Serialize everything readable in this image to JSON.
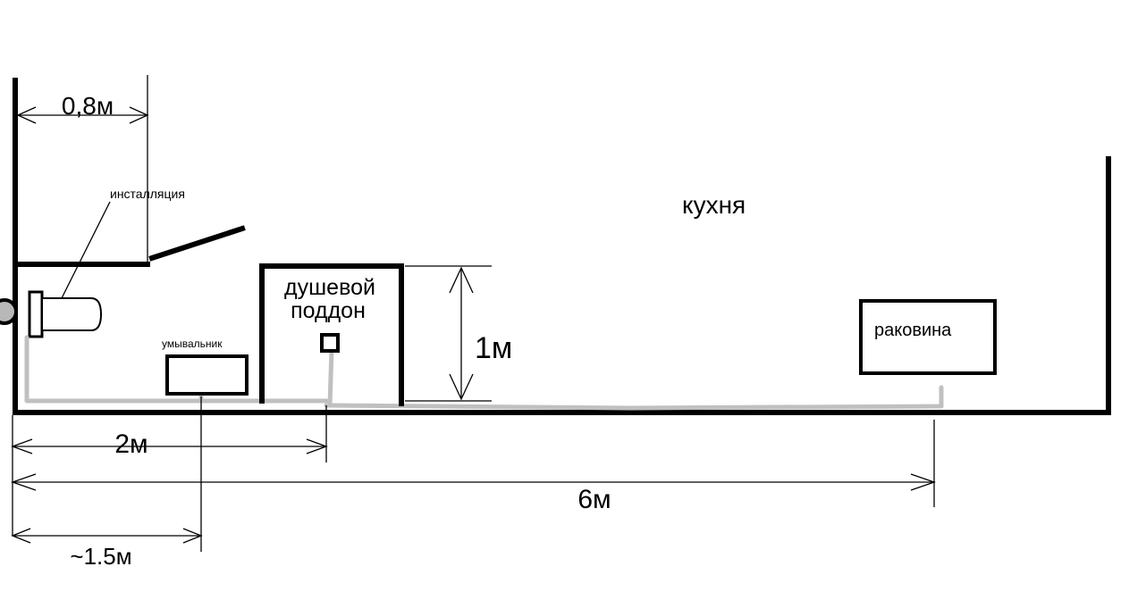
{
  "labels": {
    "kitchen": "кухня",
    "installation": "инсталляция",
    "washbasin": "умывальник",
    "shower_line1": "душевой",
    "shower_line2": "поддон",
    "sink": "раковина",
    "dim_installation_width": "0,8м",
    "dim_shower_depth": "1м",
    "dim_to_shower_drain": "2м",
    "dim_to_sink": "6м",
    "dim_to_washbasin": "~1.5м"
  },
  "colors": {
    "walls": "#000000",
    "pipes": "#c0c0c0",
    "background": "#ffffff"
  }
}
